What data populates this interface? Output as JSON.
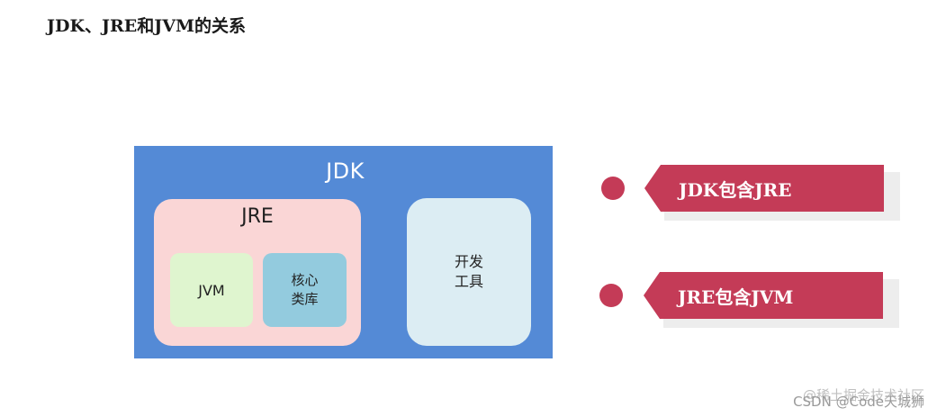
{
  "title": "JDK、JRE和JVM的关系",
  "diagram": {
    "jdk_label": "JDK",
    "jre_label": "JRE",
    "jvm_label": "JVM",
    "core_lib_label": "核心\n类库",
    "dev_tools_label": "开发\n工具"
  },
  "relations": [
    {
      "text": "JDK包含JRE"
    },
    {
      "text": "JRE包含JVM"
    }
  ],
  "colors": {
    "jdk": "#548ad6",
    "jre": "#fad6d6",
    "jvm": "#dff5cf",
    "core_lib": "#93cbde",
    "dev_tools": "#dcedf3",
    "accent": "#c43b57"
  },
  "watermark": {
    "line1": "@稀土掘金技术社区",
    "line2": "CSDN @Code天城狮"
  }
}
